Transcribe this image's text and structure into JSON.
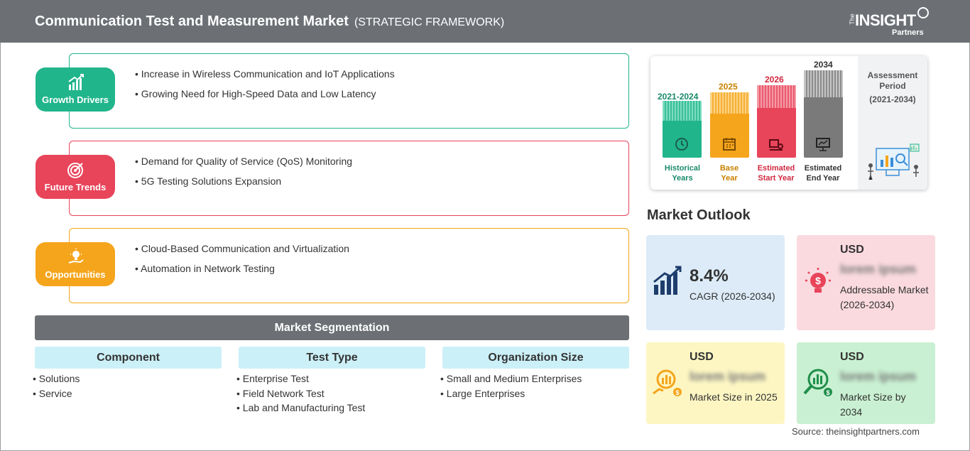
{
  "header": {
    "title": "Communication Test and Measurement Market",
    "subtitle": "(STRATEGIC FRAMEWORK)",
    "logo_the": "The",
    "logo_main": "INSIGHT",
    "logo_sub": "Partners"
  },
  "framework": [
    {
      "label": "Growth Drivers",
      "color": "#21b58c",
      "icon": "growth-chart-icon",
      "items": [
        "Increase in Wireless Communication and IoT Applications",
        "Growing Need for High-Speed Data and Low Latency"
      ]
    },
    {
      "label": "Future Trends",
      "color": "#e8445a",
      "icon": "target-icon",
      "items": [
        "Demand for Quality of Service (QoS) Monitoring",
        "5G Testing Solutions Expansion"
      ]
    },
    {
      "label": "Opportunities",
      "color": "#f5a51c",
      "icon": "lightbulb-hand-icon",
      "items": [
        "Cloud-Based Communication and Virtualization",
        "Automation in Network Testing"
      ]
    }
  ],
  "segmentation": {
    "title": "Market Segmentation",
    "columns": [
      {
        "header": "Component",
        "items": [
          "Solutions",
          "Service"
        ]
      },
      {
        "header": "Test Type",
        "items": [
          "Enterprise Test",
          "Field Network Test",
          "Lab and Manufacturing Test"
        ]
      },
      {
        "header": "Organization Size",
        "items": [
          "Small and Medium Enterprises",
          "Large Enterprises"
        ]
      }
    ]
  },
  "assessment": {
    "years": [
      {
        "year": "2021-2024",
        "caption1": "Historical",
        "caption2": "Years",
        "color": "#21b58c",
        "icon": "history-icon"
      },
      {
        "year": "2025",
        "caption1": "Base",
        "caption2": "Year",
        "color": "#f5a51c",
        "icon": "calendar-icon"
      },
      {
        "year": "2026",
        "caption1": "Estimated",
        "caption2": "Start Year",
        "color": "#e8445a",
        "icon": "start-flag-icon"
      },
      {
        "year": "2034",
        "caption1": "Estimated",
        "caption2": "End Year",
        "color": "#7a7a7a",
        "icon": "presentation-icon"
      }
    ],
    "side_line1": "Assessment",
    "side_line2": "Period",
    "side_line3": "(2021-2034)"
  },
  "outlook": {
    "title": "Market Outlook",
    "cagr_value": "8.4%",
    "cagr_label": "CAGR (2026-2034)",
    "addressable_usd": "USD",
    "addressable_value": "lorem ipsum",
    "addressable_label": "Addressable Market (2026-2034)",
    "size2025_usd": "USD",
    "size2025_value": "lorem ipsum",
    "size2025_label": "Market Size in 2025",
    "size2034_usd": "USD",
    "size2034_value": "lorem ipsum",
    "size2034_label": "Market Size by 2034",
    "colors": {
      "cagr": "#dcebf7",
      "addressable": "#fadadf",
      "size2025": "#fdf6c3",
      "size2034": "#c9f0d2"
    }
  },
  "source": "Source: theinsightpartners.com"
}
